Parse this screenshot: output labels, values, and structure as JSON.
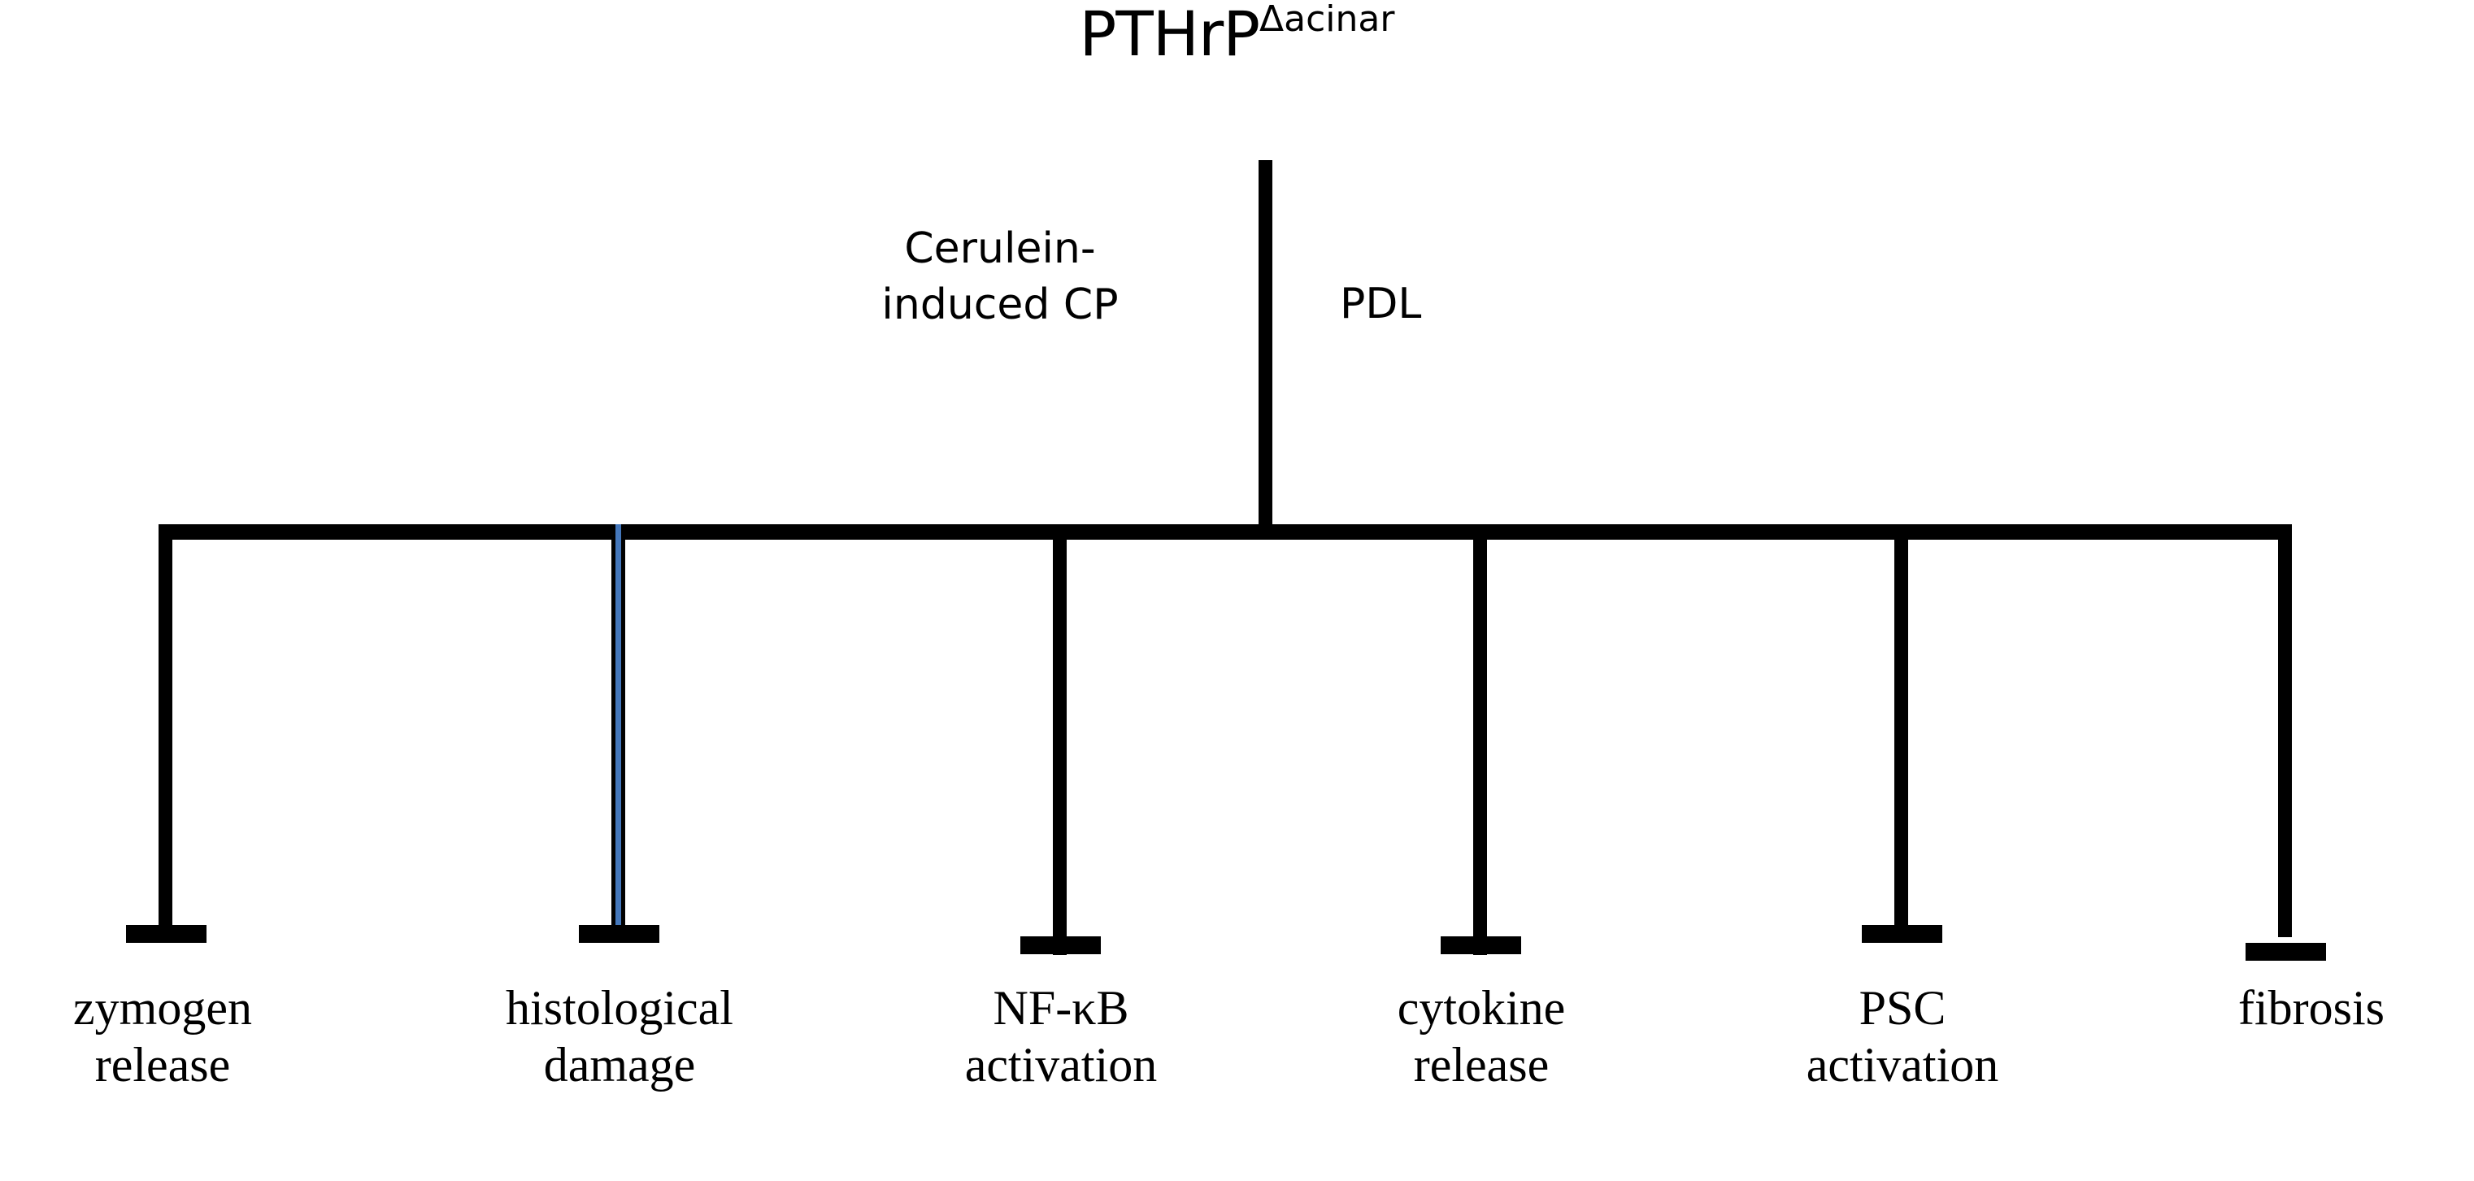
{
  "figure": {
    "title_main": "PTHrP",
    "title_superscript": "Δacinar",
    "background_color": "#ffffff",
    "stroke_color": "#000000",
    "highlight_color": "#4477bb"
  },
  "conditions": [
    {
      "id": "cerulein",
      "label": "Cerulein-\ninduced CP",
      "side": "left"
    },
    {
      "id": "pdl",
      "label": "PDL",
      "side": "right"
    }
  ],
  "outcomes": [
    {
      "id": "zymogen-release",
      "label": "zymogen\nrelease",
      "highlighted": false
    },
    {
      "id": "histological-damage",
      "label": "histological\ndamage",
      "highlighted": true
    },
    {
      "id": "nfkb-activation",
      "label": "NF-κB\nactivation",
      "highlighted": false
    },
    {
      "id": "cytokine-release",
      "label": "cytokine\nrelease",
      "highlighted": false
    },
    {
      "id": "psc-activation",
      "label": "PSC\nactivation",
      "highlighted": false
    },
    {
      "id": "fibrosis",
      "label": "fibrosis",
      "highlighted": false
    }
  ]
}
